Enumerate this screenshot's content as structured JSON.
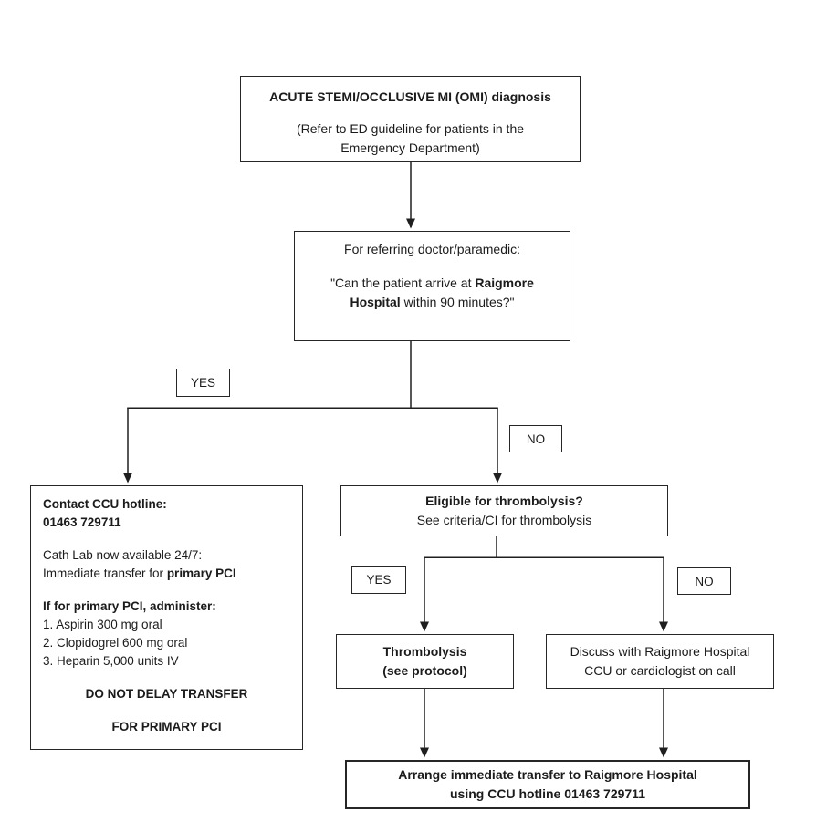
{
  "colors": {
    "background": "#ffffff",
    "box_border": "#262626",
    "line": "#1f1f1f",
    "text": "#1b1b1b"
  },
  "flowchart": {
    "diagnosis": {
      "title": "ACUTE STEMI/OCCLUSIVE MI (OMI) diagnosis",
      "subtitle_line1": "(Refer to ED guideline for patients in the",
      "subtitle_line2": "Emergency Department)"
    },
    "question": {
      "intro": "For referring doctor/paramedic:",
      "line1_pre": "\"Can the patient arrive at ",
      "line1_bold": "Raigmore",
      "line2_bold": "Hospital",
      "line2_post": " within 90 minutes?\""
    },
    "labels": {
      "yes_primary": "YES",
      "no_primary": "NO",
      "yes_thrombolysis": "YES",
      "no_thrombolysis": "NO"
    },
    "pci": {
      "hotline_label": "Contact CCU hotline:",
      "hotline_number": "01463 729711",
      "cathlab_line1": "Cath Lab now available 24/7:",
      "cathlab_line2_pre": "Immediate transfer for ",
      "cathlab_line2_bold": "primary PCI",
      "administer_heading": "If for primary PCI, administer:",
      "administer_items": [
        "1. Aspirin 300 mg oral",
        "2. Clopidogrel 600 mg oral",
        "3. Heparin 5,000 units IV"
      ],
      "warning_line1": "DO NOT DELAY TRANSFER",
      "warning_line2": "FOR PRIMARY PCI"
    },
    "eligible": {
      "title": "Eligible for thrombolysis?",
      "subtitle": "See criteria/CI for thrombolysis"
    },
    "thrombolysis": {
      "line1": "Thrombolysis",
      "line2": "(see protocol)"
    },
    "discuss": {
      "line1": "Discuss with Raigmore Hospital",
      "line2": "CCU or cardiologist on call"
    },
    "arrange": {
      "line1": "Arrange immediate transfer to Raigmore Hospital",
      "line2": "using CCU hotline 01463 729711"
    }
  }
}
